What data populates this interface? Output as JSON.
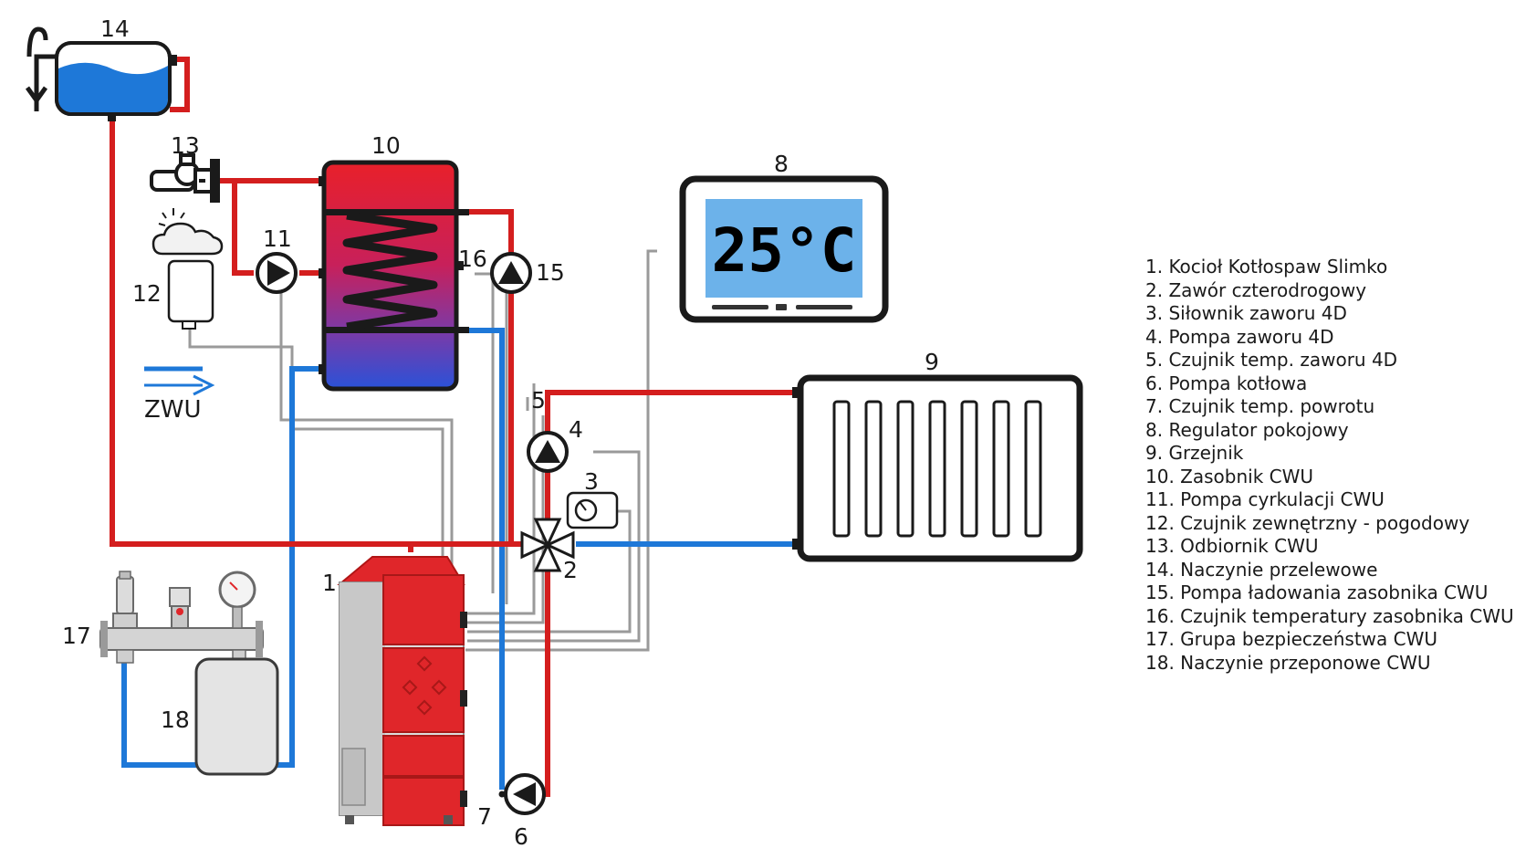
{
  "callouts": {
    "n1": "1",
    "n2": "2",
    "n3": "3",
    "n4": "4",
    "n5": "5",
    "n6": "6",
    "n7": "7",
    "n8": "8",
    "n9": "9",
    "n10": "10",
    "n11": "11",
    "n12": "12",
    "n13": "13",
    "n14": "14",
    "n15": "15",
    "n16": "16",
    "n17": "17",
    "n18": "18"
  },
  "inlet_label": "ZWU",
  "regulator_display": "25°C",
  "legend": [
    "1. Kocioł Kotłospaw Slimko",
    "2. Zawór czterodrogowy",
    "3. Siłownik zaworu 4D",
    "4. Pompa zaworu 4D",
    "5. Czujnik temp. zaworu 4D",
    "6. Pompa kotłowa",
    "7. Czujnik temp. powrotu",
    "8. Regulator pokojowy",
    "9. Grzejnik",
    "10. Zasobnik CWU",
    "11. Pompa cyrkulacji CWU",
    "12. Czujnik zewnętrzny - pogodowy",
    "13. Odbiornik CWU",
    "14. Naczynie przelewowe",
    "15. Pompa ładowania zasobnika CWU",
    "16. Czujnik temperatury zasobnika CWU",
    "17. Grupa bezpieczeństwa CWU",
    "18. Naczynie przeponowe CWU"
  ],
  "colors": {
    "supply_pipe": "#d41e1e",
    "return_pipe": "#1e78d8",
    "signal_wire": "#9a9a9a",
    "boiler_red": "#e0262a",
    "display_blue": "#6cb2ea"
  }
}
